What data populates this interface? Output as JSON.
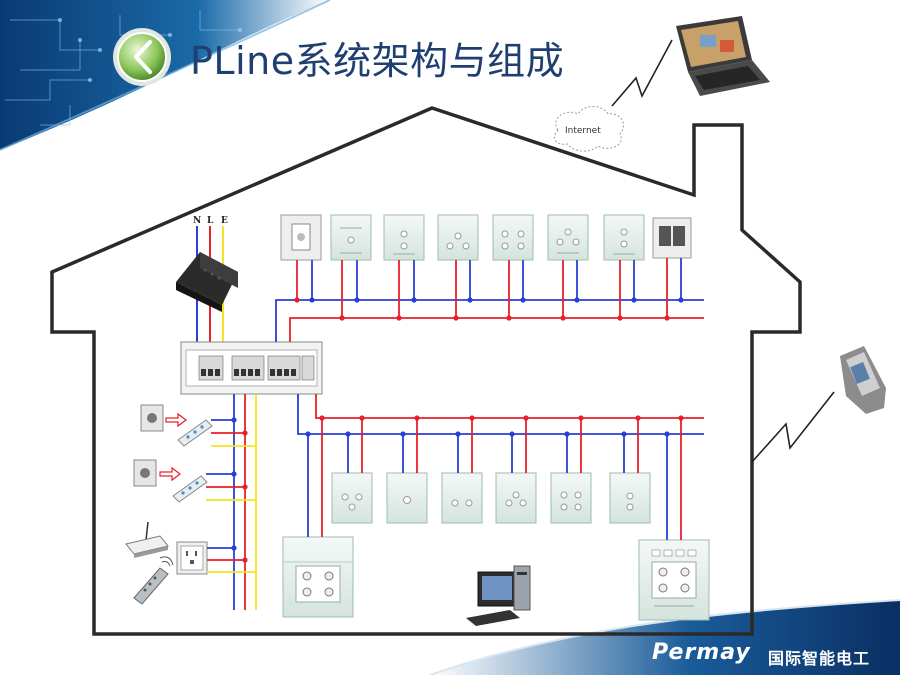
{
  "slide": {
    "title": "PLine系统架构与组成",
    "brand_name": "Permay",
    "brand_cn": "国际智能电工"
  },
  "diagram": {
    "internet_label": "Internet",
    "power_labels": [
      "N",
      "L",
      "E"
    ],
    "wire_colors": {
      "red": "#e8202a",
      "blue": "#2a3fd6",
      "yellow": "#f2e422"
    },
    "icons": [
      "back-arrow-icon",
      "laptop-icon",
      "cloud-icon",
      "mobile-phone-icon",
      "gateway-module-icon",
      "breaker-panel-icon",
      "desktop-computer-icon",
      "remote-control-icon",
      "wifi-router-icon",
      "power-strip-icon",
      "wall-socket-icon"
    ]
  }
}
